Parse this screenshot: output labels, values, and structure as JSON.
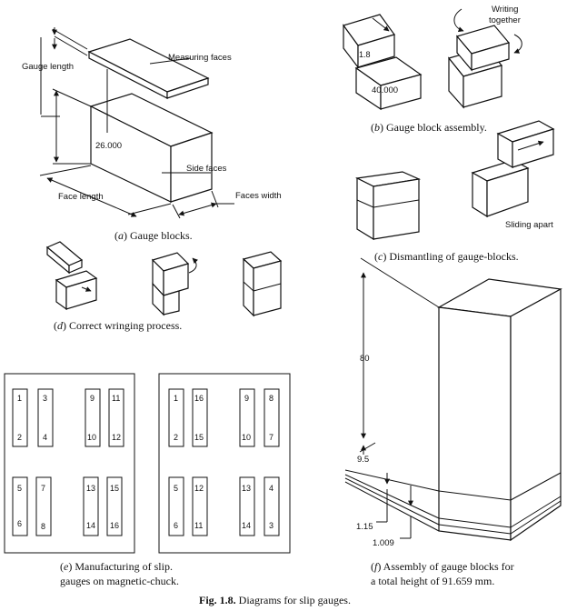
{
  "diagram_a": {
    "caption_letter": "a",
    "caption_text": " Gauge blocks.",
    "label_measuring_faces": "Measuring faces",
    "label_gauge_length": "Gauge length",
    "label_size": "26.000",
    "label_side_faces": "Side faces",
    "label_face_length": "Face length",
    "label_faces_width": "Faces width"
  },
  "diagram_b": {
    "caption_letter": "b",
    "caption_text": " Gauge block assembly.",
    "label_small_block": "1.8",
    "label_large_block": "40.000",
    "label_writing": "Writing",
    "label_together": "together"
  },
  "diagram_c": {
    "caption_letter": "c",
    "caption_text": " Dismantling of gauge-blocks.",
    "label_sliding_apart": "Sliding apart"
  },
  "diagram_d": {
    "caption_letter": "d",
    "caption_text": " Correct wringing process."
  },
  "diagram_e": {
    "caption_line1_letter": "e",
    "caption_line1_text": " Manufacturing of slip.",
    "caption_line2": "gauges on magnetic-chuck.",
    "panel1_numbers": [
      "1",
      "2",
      "3",
      "4",
      "9",
      "10",
      "11",
      "12",
      "5",
      "6",
      "7",
      "8",
      "13",
      "14",
      "15",
      "16"
    ],
    "panel2_numbers": [
      "1",
      "2",
      "16",
      "15",
      "9",
      "10",
      "8",
      "7",
      "5",
      "6",
      "12",
      "11",
      "13",
      "14",
      "4",
      "3"
    ]
  },
  "diagram_f": {
    "caption_line1_letter": "f",
    "caption_line1_text": " Assembly of gauge blocks for",
    "caption_line2": "a total height of 91.659 mm.",
    "dim_80": "80",
    "dim_9_5": "9.5",
    "dim_1_15": "1.15",
    "dim_1_009": "1.009"
  },
  "figure": {
    "number": "Fig. 1.8.",
    "title": " Diagrams for slip gauges."
  }
}
